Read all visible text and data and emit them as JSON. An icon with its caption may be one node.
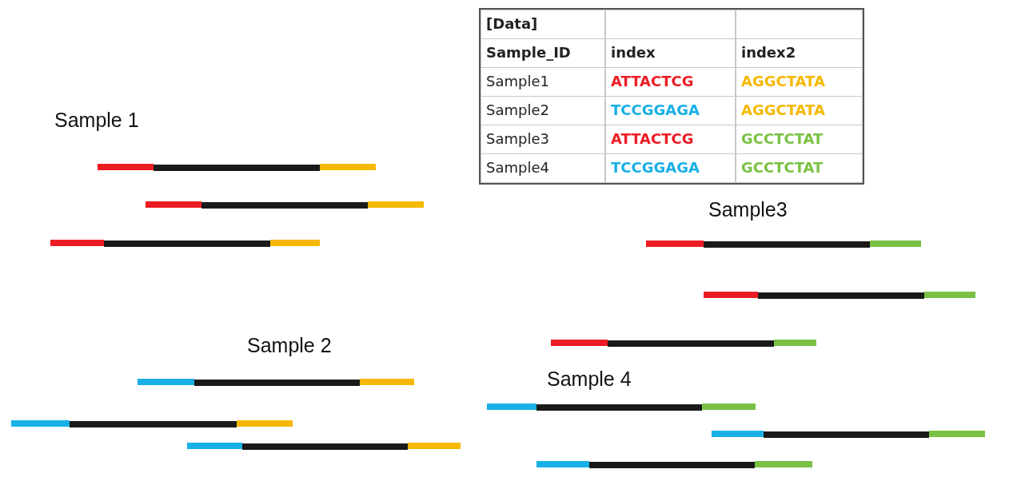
{
  "diagram": {
    "labels": [
      "[Data]",
      "Sample_ID",
      "index",
      "index2",
      "Sample1",
      "ATTACTCG",
      "AGGCTATA",
      "Sample2",
      "TCCGGAGA",
      "AGGCTATA",
      "Sample3",
      "ATTACTCG",
      "GCCTCTAT",
      "Sample4",
      "TCCGGAGA",
      "GCCTCTAT",
      "Sample 1",
      "Sample3",
      "Sample 2",
      "Sample 4"
    ]
  }
}
